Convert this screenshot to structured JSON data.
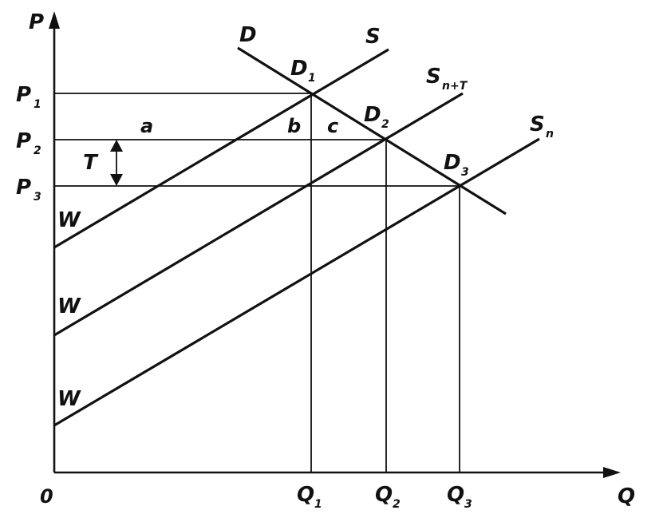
{
  "axes": {
    "y_label": "P",
    "x_label": "Q",
    "origin": "0"
  },
  "price_labels": [
    {
      "main": "P",
      "sub": "1"
    },
    {
      "main": "P",
      "sub": "2"
    },
    {
      "main": "P",
      "sub": "3"
    }
  ],
  "quantity_labels": [
    {
      "main": "Q",
      "sub": "1"
    },
    {
      "main": "Q",
      "sub": "2"
    },
    {
      "main": "Q",
      "sub": "3"
    }
  ],
  "curves": {
    "demand": "D",
    "supply": "S",
    "supply_n_plus_t": {
      "main": "S",
      "sub": "n+T"
    },
    "supply_n": {
      "main": "S",
      "sub": "n"
    }
  },
  "points": [
    {
      "main": "D",
      "sub": "1"
    },
    {
      "main": "D",
      "sub": "2"
    },
    {
      "main": "D",
      "sub": "3"
    }
  ],
  "areas": {
    "a": "a",
    "b": "b",
    "c": "c"
  },
  "tax_label": "T",
  "w_labels": [
    "W",
    "W",
    "W"
  ]
}
